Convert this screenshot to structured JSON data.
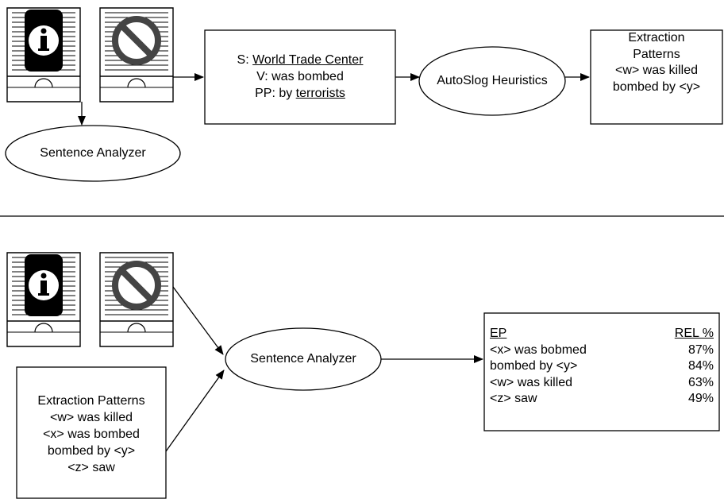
{
  "top": {
    "nodes": {
      "sentence_analyzer": "Sentence Analyzer",
      "clause": {
        "s_prefix": "S: ",
        "s_value": "World Trade Center",
        "v": "V: was bombed",
        "pp_prefix": "PP: by ",
        "pp_value": "terrorists"
      },
      "heuristics": "AutoSlog Heuristics",
      "output": [
        "Extraction",
        "Patterns",
        "<w> was killed",
        "bombed by <y>"
      ]
    }
  },
  "bottom": {
    "sentence_analyzer": "Sentence Analyzer",
    "patterns": [
      "Extraction Patterns",
      "<w> was killed",
      "<x> was bombed",
      "bombed by <y>",
      "<z> saw"
    ],
    "table": {
      "headers": [
        "EP",
        "REL %"
      ],
      "rows": [
        [
          "<x> was bobmed",
          "87%"
        ],
        [
          "bombed by <y>",
          "84%"
        ],
        [
          "<w> was killed",
          "63%"
        ],
        [
          "<z> saw",
          "49%"
        ]
      ]
    }
  },
  "icons": [
    "info-icon",
    "prohibited-icon"
  ]
}
